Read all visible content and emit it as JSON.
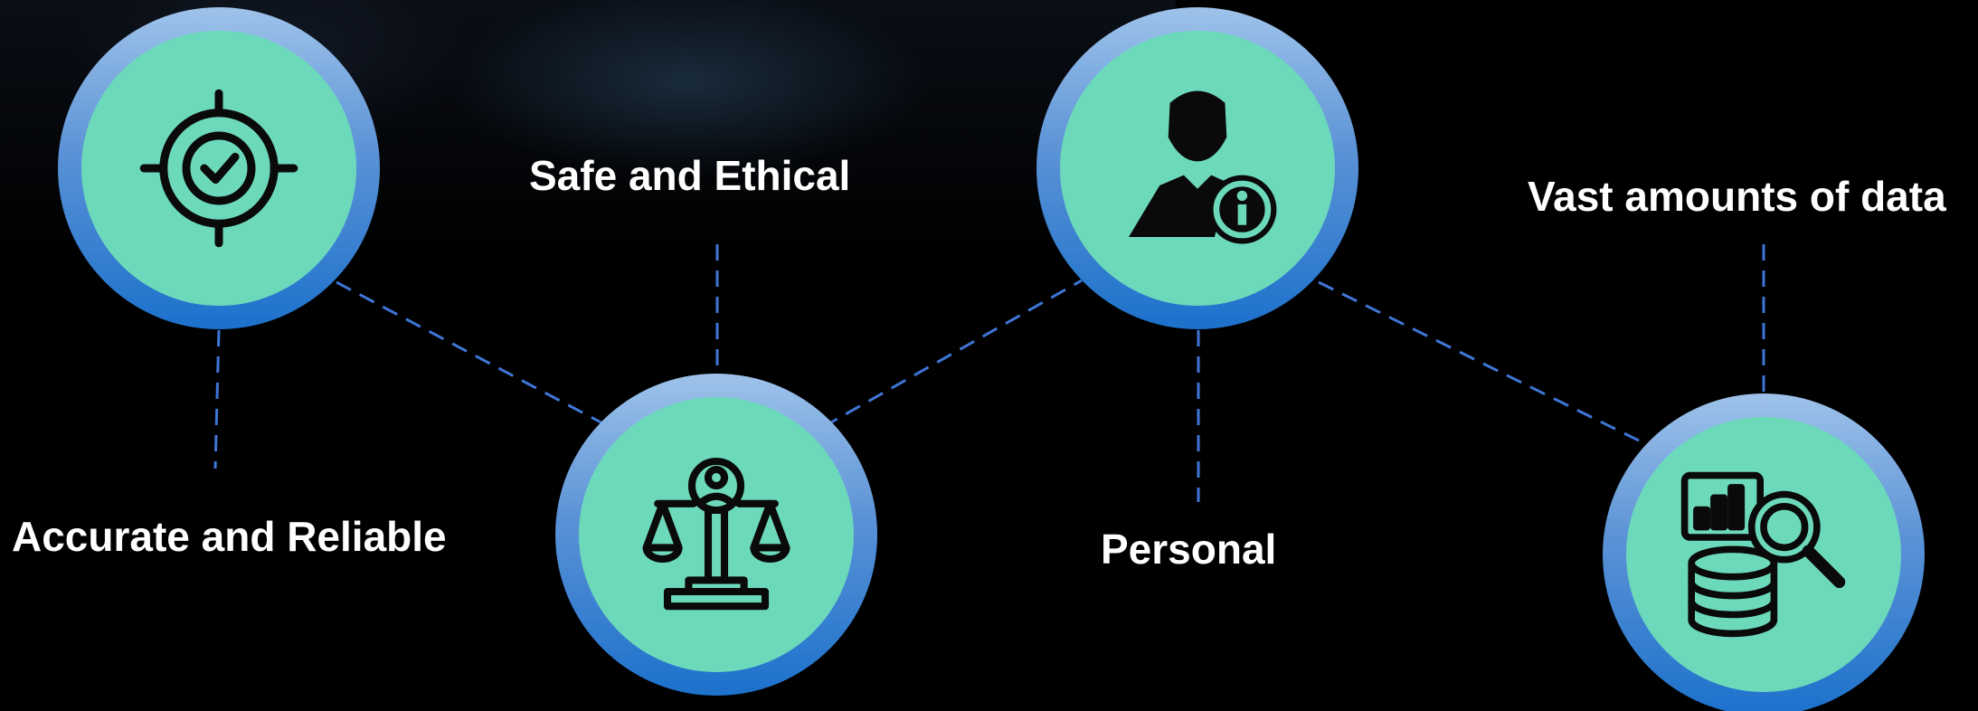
{
  "features": [
    {
      "label": "Accurate and Reliable",
      "icon": "target-check-icon"
    },
    {
      "label": "Safe and Ethical",
      "icon": "justice-scale-icon"
    },
    {
      "label": "Personal",
      "icon": "user-info-icon"
    },
    {
      "label": "Vast amounts of data",
      "icon": "data-search-icon"
    }
  ],
  "colors": {
    "background": "#000000",
    "circle_fill": "#6dd9bb",
    "ring_light": "#9ec3ea",
    "ring_dark": "#1c71cc",
    "connector": "#3f76d6",
    "icon_stroke": "#0a0a0a",
    "label_text": "#ffffff"
  }
}
